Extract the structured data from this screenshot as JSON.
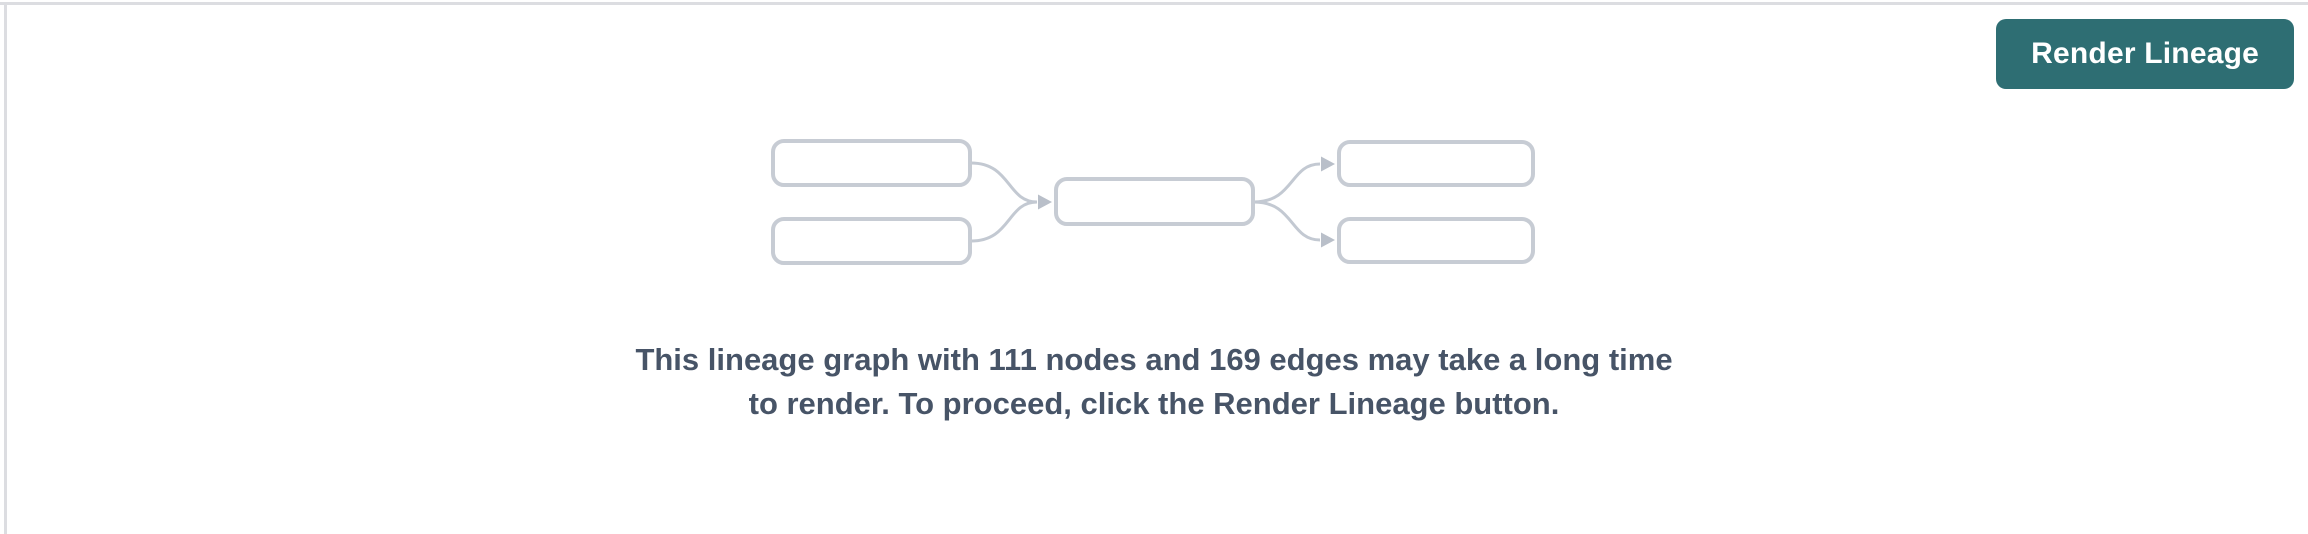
{
  "panel": {
    "background": "#ffffff",
    "border_color": "#dcdde1"
  },
  "toolbar": {
    "render_button": {
      "label": "Render Lineage",
      "background": "#2e6e73",
      "text_color": "#ffffff"
    }
  },
  "empty_state": {
    "graphic": {
      "name": "lineage-graph-placeholder",
      "node_fill": "#ffffff",
      "node_border_color": "#c7ccd4",
      "edge_color": "#c3c9d2",
      "arrowhead_color": "#b9bfc9",
      "node_count_drawn": "5",
      "edge_count_drawn": "4"
    },
    "message": "This lineage graph with 111 nodes and 169 edges may take a long time to render. To proceed, click the Render Lineage button.",
    "node_count": "111",
    "edge_count": "169",
    "message_color": "#475467"
  }
}
